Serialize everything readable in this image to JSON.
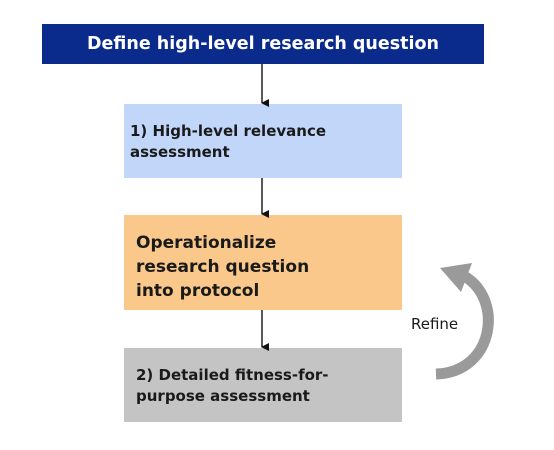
{
  "diagram": {
    "top_box": {
      "label": "Define high-level research question"
    },
    "relevance_box": {
      "label": "1) High-level relevance\n assessment"
    },
    "protocol_box": {
      "label": "Operationalize\nresearch question\ninto protocol"
    },
    "fitness_box": {
      "label": "2) Detailed fitness-for-\npurpose assessment"
    },
    "refine_loop": {
      "label": "Refine"
    }
  },
  "colors": {
    "top_box": "#0a2a8c",
    "relevance_box": "#c2d6fa",
    "protocol_box": "#f9c88a",
    "fitness_box": "#c4c4c4",
    "refine_arrow": "#9a9a9a"
  }
}
